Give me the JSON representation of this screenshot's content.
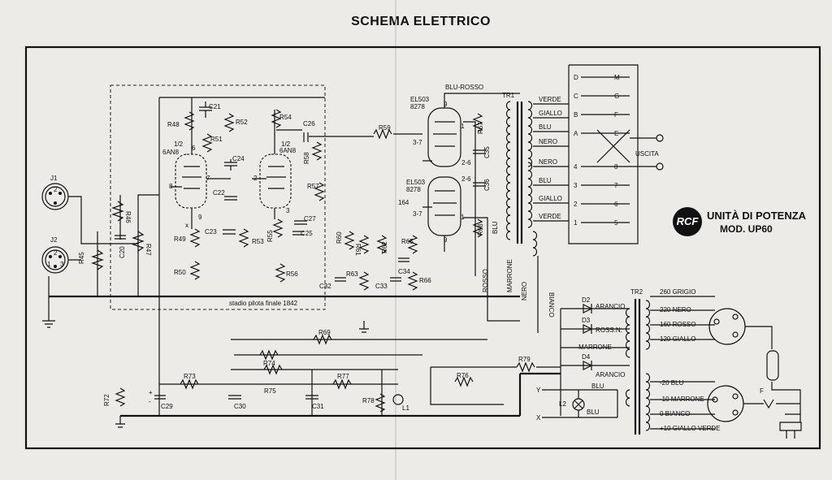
{
  "title": "SCHEMA ELETTRICO",
  "brand": {
    "logo": "RCF",
    "line1": "UNITÀ DI POTENZA",
    "line2": "MOD. UP60"
  },
  "stage_note": "stadio pilota finale 1842",
  "jacks": [
    "J1",
    "J2"
  ],
  "jack_pins": [
    "2",
    "1",
    "3"
  ],
  "tubes": {
    "driver1": {
      "label": "1/2",
      "type": "6AN8"
    },
    "driver2": {
      "label": "1/2",
      "type": "6AN8"
    },
    "output1": {
      "type": "EL503",
      "sub": "8278",
      "cathode": "3-7"
    },
    "output2": {
      "type": "EL503",
      "sub": "8278",
      "cathode": "3-7"
    }
  },
  "pin_labels": [
    "9",
    "1",
    "2-6",
    "2-6",
    "1",
    "9",
    "7",
    "8",
    "6",
    "9",
    "2",
    "3",
    "x",
    "164"
  ],
  "resistors_left": [
    "R46",
    "R47",
    "R45",
    "R48",
    "R51",
    "R52",
    "R49",
    "R50",
    "R53",
    "R54",
    "R55",
    "R56",
    "R57",
    "R58",
    "R59",
    "R60",
    "R61",
    "R62",
    "R63",
    "R65",
    "R66",
    "R67",
    "R68",
    "R69",
    "R74",
    "R72",
    "R73",
    "R75",
    "R77",
    "R78",
    "R76",
    "R79",
    "C20",
    "C21",
    "C22",
    "C23",
    "C24",
    "C25",
    "C26",
    "C27",
    "C29",
    "C30",
    "C31",
    "C32",
    "C33",
    "C34",
    "C35",
    "C36"
  ],
  "transformers": {
    "tr1": "TR1",
    "tr2": "TR2",
    "tr1_top": "BLU-ROSSO",
    "tr1_primary": [
      "BLU",
      "ROSSO",
      "MARRONE",
      "NERO",
      "BIANCO"
    ],
    "tr1_secondary": [
      "VERDE",
      "GIALLO",
      "BLU",
      "NERO",
      "NERO",
      "BLU",
      "GIALLO",
      "VERDE"
    ]
  },
  "selector": {
    "left": [
      "D",
      "C",
      "B",
      "A",
      "4",
      "3",
      "2",
      "1"
    ],
    "right": [
      "M",
      "G",
      "F",
      "E",
      "8",
      "7",
      "6",
      "5"
    ],
    "output_label": "USCITA"
  },
  "power": {
    "diodes": [
      "D2",
      "D3",
      "D4"
    ],
    "diode_wires": [
      "ARANCIO",
      "ROSS.N.",
      "MARRONE",
      "ARANCIO"
    ],
    "tr2_taps": [
      "260 GRIGIO",
      "220 NERO",
      "160 ROSSO",
      "120 GIALLO",
      "-20 BLU",
      "-10 MARRONE",
      "0 BIANCO",
      "+10 GIALLO VERDE"
    ],
    "lamp": "L2",
    "lamp_wires": [
      "BLU",
      "BLU"
    ],
    "xy": [
      "Y",
      "X"
    ],
    "fuse": "F",
    "l1": "L1"
  },
  "polarity": [
    "+",
    "-"
  ]
}
